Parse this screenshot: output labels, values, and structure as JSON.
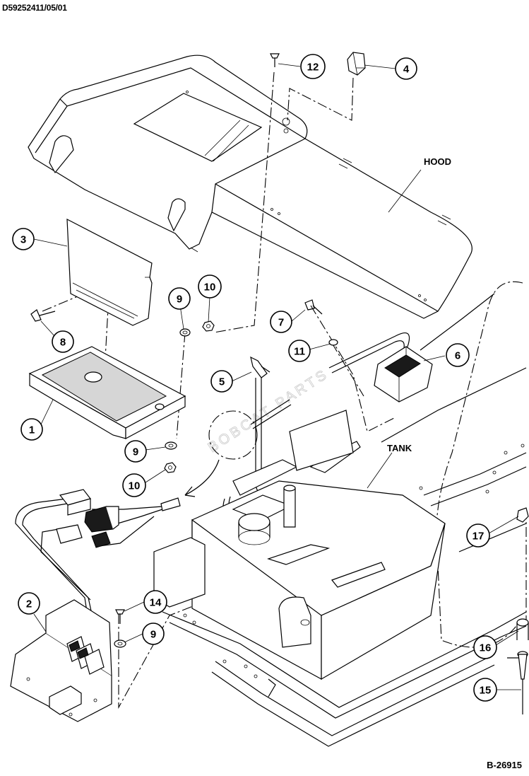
{
  "document_code": "D59252411/05/01",
  "figure_code": "B-26915",
  "watermark": "BOBCAT PARTS",
  "labels": {
    "hood": "HOOD",
    "tank": "TANK"
  },
  "callouts": [
    {
      "id": "c12",
      "text": "12"
    },
    {
      "id": "c4",
      "text": "4"
    },
    {
      "id": "c3",
      "text": "3"
    },
    {
      "id": "c9a",
      "text": "9"
    },
    {
      "id": "c10a",
      "text": "10"
    },
    {
      "id": "c8",
      "text": "8"
    },
    {
      "id": "c7",
      "text": "7"
    },
    {
      "id": "c11",
      "text": "11"
    },
    {
      "id": "c6",
      "text": "6"
    },
    {
      "id": "c5",
      "text": "5"
    },
    {
      "id": "c1",
      "text": "1"
    },
    {
      "id": "c9b",
      "text": "9"
    },
    {
      "id": "c10b",
      "text": "10"
    },
    {
      "id": "c2",
      "text": "2"
    },
    {
      "id": "c14",
      "text": "14"
    },
    {
      "id": "c9c",
      "text": "9"
    },
    {
      "id": "c17",
      "text": "17"
    },
    {
      "id": "c16",
      "text": "16"
    },
    {
      "id": "c15",
      "text": "15"
    }
  ]
}
